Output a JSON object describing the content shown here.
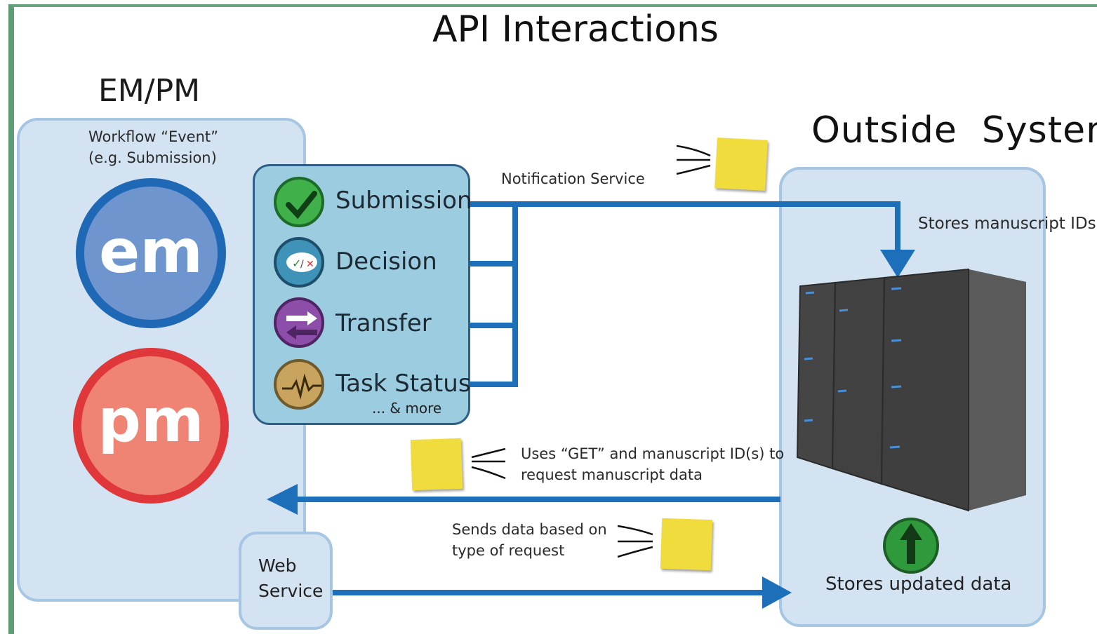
{
  "title": "API Interactions",
  "em_pm": {
    "heading": "EM/PM",
    "event_line1": "Workflow “Event”",
    "event_line2": "(e.g. Submission)",
    "em_logo": "em",
    "pm_logo": "pm",
    "web_service_line1": "Web",
    "web_service_line2": "Service"
  },
  "events": {
    "items": [
      {
        "label": "Submission",
        "icon": "checkmark-icon"
      },
      {
        "label": "Decision",
        "icon": "decision-cloud-icon"
      },
      {
        "label": "Transfer",
        "icon": "transfer-arrows-icon"
      },
      {
        "label": "Task Status",
        "icon": "pulse-icon"
      }
    ],
    "more": "... & more"
  },
  "outside": {
    "heading": "Outside  System",
    "stores_ids": "Stores manuscript IDs",
    "stores_updated": "Stores updated data"
  },
  "flows": {
    "notification": "Notification Service",
    "get_line1": "Uses “GET” and manuscript ID(s) to",
    "get_line2": "request manuscript data",
    "sends_line1": "Sends data based on",
    "sends_line2": "type of request"
  },
  "colors": {
    "arrow": "#1d6fba",
    "panel": "#d3e3f2",
    "event_box": "#9ccce0",
    "em": "#6f95cf",
    "pm": "#ef8475",
    "note": "#f0dc3c"
  }
}
